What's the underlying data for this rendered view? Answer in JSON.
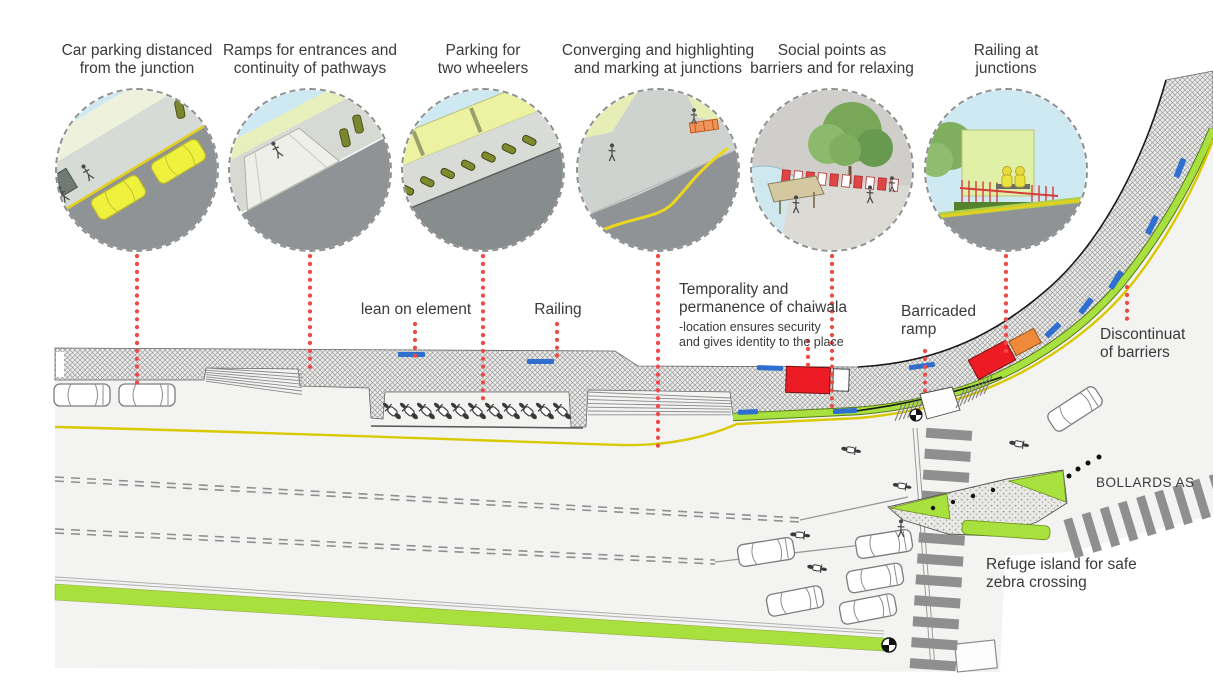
{
  "title": "Street design annotated plan",
  "colors": {
    "leader_red": "#ef4a45",
    "green_strip": "#a8e03e",
    "yellow_line": "#d9c900",
    "lean_blue": "#2f6fd0",
    "stall_red": "#ed1c24",
    "stall_orange": "#ef8a3a",
    "zebra_grey": "#8f8f8f",
    "sky_blue": "#cfe9f2",
    "pavement_grey": "#f3f3f2"
  },
  "callouts": [
    {
      "label": "Car parking distanced\nfrom the junction"
    },
    {
      "label": "Ramps for entrances and\ncontinuity of pathways"
    },
    {
      "label": "Parking for\ntwo wheelers"
    },
    {
      "label": "Converging  and highlighting\nand marking at junctions"
    },
    {
      "label": "Social points as\nbarriers and for relaxing"
    },
    {
      "label": "Railing at\njunctions"
    }
  ],
  "annotations": {
    "lean_on_element": "lean on element",
    "railing": "Railing",
    "chaiwala_title": "Temporality and\npermanence of chaiwala",
    "chaiwala_note": "-location ensures security\nand gives identity to the place",
    "barricaded_ramp": "Barricaded\nramp",
    "discontinuity_of_barriers": "Discontinuat\nof barriers",
    "bollards": "BOLLARDS AS",
    "refuge_island": "Refuge island for safe\nzebra crossing"
  }
}
